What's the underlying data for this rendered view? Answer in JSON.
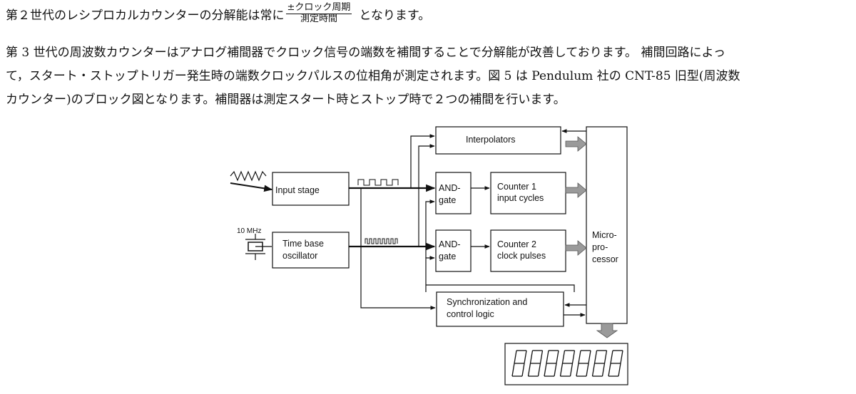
{
  "text": {
    "line1_pre": "第２世代のレシプロカルカウンターの分解能は常に",
    "frac_num": "±クロック周期",
    "frac_den": "測定時間",
    "line1_post": "となります。",
    "para_lines": [
      "第 3 世代の周波数カウンターはアナログ補間器でクロック信号の端数を補間することで分解能が改善しております。 補間回路によっ",
      "て，スタート・ストップトリガー発生時の端数クロックパルスの位相角が測定されます。図 5 は Pendulum 社の CNT-85 旧型(周波数",
      "カウンター)のブロック図となります。補間器は測定スタート時とストップ時で２つの補間を行います。"
    ]
  },
  "diagram": {
    "interpolators": "Interpolators",
    "input_stage": "Input stage",
    "and1_l1": "AND-",
    "and1_l2": "gate",
    "counter1_l1": "Counter 1",
    "counter1_l2": "input cycles",
    "freq": "10 MHz",
    "timebase_l1": "Time base",
    "timebase_l2": "oscillator",
    "and2_l1": "AND-",
    "and2_l2": "gate",
    "counter2_l1": "Counter 2",
    "counter2_l2": "clock pulses",
    "micro_l1": "Micro-",
    "micro_l2": "pro-",
    "micro_l3": "cessor",
    "sync_l1": "Synchronization and",
    "sync_l2": "control logic",
    "display": "8888888"
  }
}
